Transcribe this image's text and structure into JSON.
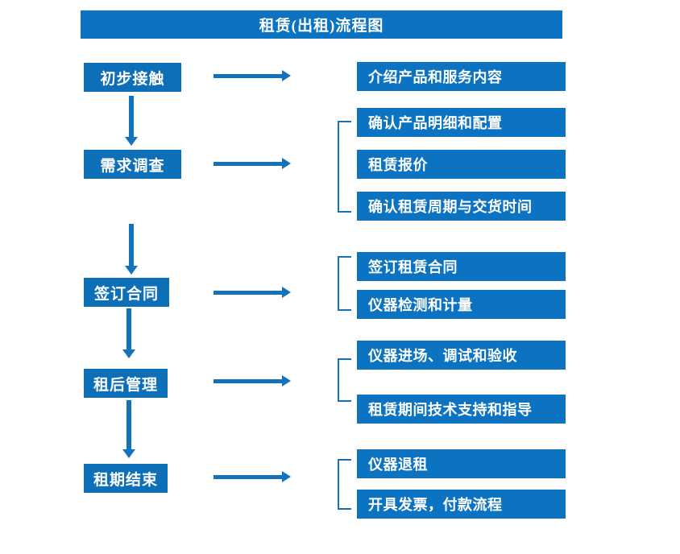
{
  "diagram": {
    "title": "租赁(出租)流程图",
    "accent_color": "#0C73C2",
    "box_color": "#0C6FB8",
    "connector_color": "#1272BC",
    "text_color": "#FFFFFF",
    "background_color": "#FFFFFF",
    "stages": [
      {
        "label": "初步接触"
      },
      {
        "label": "需求调查"
      },
      {
        "label": "签订合同"
      },
      {
        "label": "租后管理"
      },
      {
        "label": "租期结束"
      }
    ],
    "detail_groups": [
      {
        "stage": "初步接触",
        "bracketed": false,
        "items": [
          {
            "label": "介绍产品和服务内容"
          }
        ]
      },
      {
        "stage": "需求调查",
        "bracketed": true,
        "items": [
          {
            "label": "确认产品明细和配置"
          },
          {
            "label": "租赁报价"
          },
          {
            "label": "确认租赁周期与交货时间"
          }
        ]
      },
      {
        "stage": "签订合同",
        "bracketed": true,
        "items": [
          {
            "label": "签订租赁合同"
          },
          {
            "label": "仪器检测和计量"
          }
        ]
      },
      {
        "stage": "租后管理",
        "bracketed": true,
        "items": [
          {
            "label": "仪器进场、调试和验收"
          },
          {
            "label": "租赁期间技术支持和指导"
          }
        ]
      },
      {
        "stage": "租期结束",
        "bracketed": true,
        "items": [
          {
            "label": "仪器退租"
          },
          {
            "label": "开具发票，付款流程"
          }
        ]
      }
    ],
    "connectors": {
      "horizontal_arrow_icon": "right-arrow-icon",
      "vertical_arrow_icon": "down-arrow-icon",
      "bracket_icon": "group-bracket-icon"
    }
  }
}
